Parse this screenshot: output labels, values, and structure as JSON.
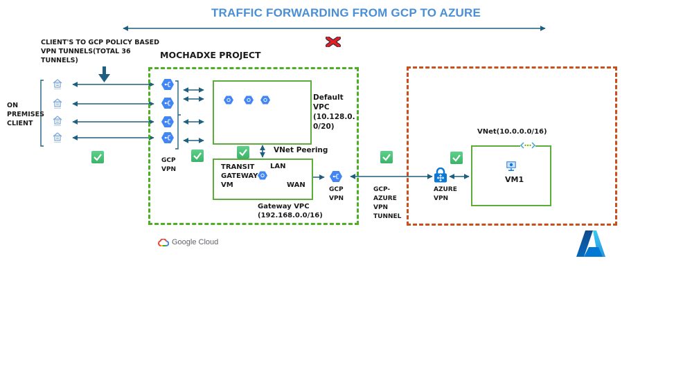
{
  "title": "TRAFFIC FORWARDING FROM GCP TO AZURE",
  "labels": {
    "client_tunnels": [
      "CLIENT'S TO GCP POLICY BASED",
      "VPN TUNNELS(TOTAL 36",
      "TUNNELS)"
    ],
    "on_premises": [
      "ON",
      "PREMISES",
      "CLIENT"
    ],
    "project": "MOCHADXE PROJECT",
    "gcp_vpn_left": [
      "GCP",
      "VPN"
    ],
    "default_vpc": [
      "Default",
      "VPC",
      "(10.128.0.",
      "0/20)"
    ],
    "vnet_peering": "VNet Peering",
    "transit_gateway": [
      "TRANSIT",
      "GATEWAY",
      "VM"
    ],
    "lan": "LAN",
    "wan": "WAN",
    "gateway_vpc": [
      "Gateway VPC",
      "(192.168.0.0/16)"
    ],
    "gcp_vpn_right": [
      "GCP",
      "VPN"
    ],
    "gcp_azure_tunnel": [
      "GCP-",
      "AZURE",
      "VPN",
      "TUNNEL"
    ],
    "azure_vpn": [
      "AZURE",
      "VPN"
    ],
    "vnet": "VNet(10.0.0.0/16)",
    "vm1": "VM1",
    "google_cloud": "Google Cloud"
  },
  "colors": {
    "title": "#4a8fd6",
    "arrow": "#1f5f7f",
    "gcp_border": "#4caf24",
    "azure_border": "#c9501a",
    "check": "#3bb36b",
    "cross": "#e02020",
    "gcp_icon": "#4285f4",
    "azure_icon": "#0a78d4"
  },
  "status": {
    "traffic_forwarding": "blocked",
    "client_tunnels": "ok",
    "gcp_vpn": "ok",
    "vnet_peering": "ok",
    "transit_lan": "ok",
    "gcp_azure_tunnel": "ok",
    "azure_vnet": "ok"
  }
}
